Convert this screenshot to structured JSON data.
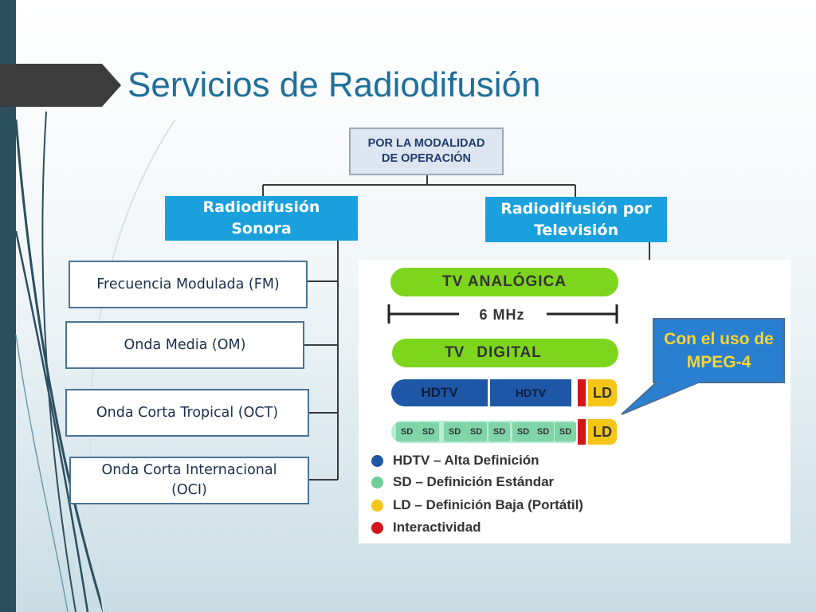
{
  "title": "Servicios de Radiodifusión",
  "root": "POR LA MODALIDAD\nDE OPERACIÓN",
  "categories": {
    "sonora": "Radiodifusión\nSonora",
    "television": "Radiodifusión por\nTelevisión"
  },
  "sonora_items": [
    "Frecuencia Modulada (FM)",
    "Onda Media (OM)",
    "Onda Corta Tropical (OCT)",
    "Onda Corta Internacional\n(OCI)"
  ],
  "tv": {
    "analog_label": "TV ANALÓGICA",
    "bandwidth_label": "6 MHz",
    "digital_label_a": "TV",
    "digital_label_b": "DIGITAL",
    "hdtv_label_1": "HDTV",
    "hdtv_label_2": "HDTV",
    "ld_label_1": "LD",
    "sd_label": "SD",
    "ld_label_2": "LD",
    "callout": "Con el uso de\nMPEG-4",
    "legend": [
      {
        "label": "HDTV – Alta Definición",
        "color": "#1e57a6"
      },
      {
        "label": "SD – Definición Estándar",
        "color": "#6fcf97"
      },
      {
        "label": "LD – Definición Baja (Portátil)",
        "color": "#f5c518"
      },
      {
        "label": "Interactividad",
        "color": "#d0161b"
      }
    ]
  },
  "colors": {
    "title": "#1e6f9a",
    "category": "#1aa0dc",
    "green_bar": "#7dd51d",
    "callout": "#2a7fd0"
  }
}
